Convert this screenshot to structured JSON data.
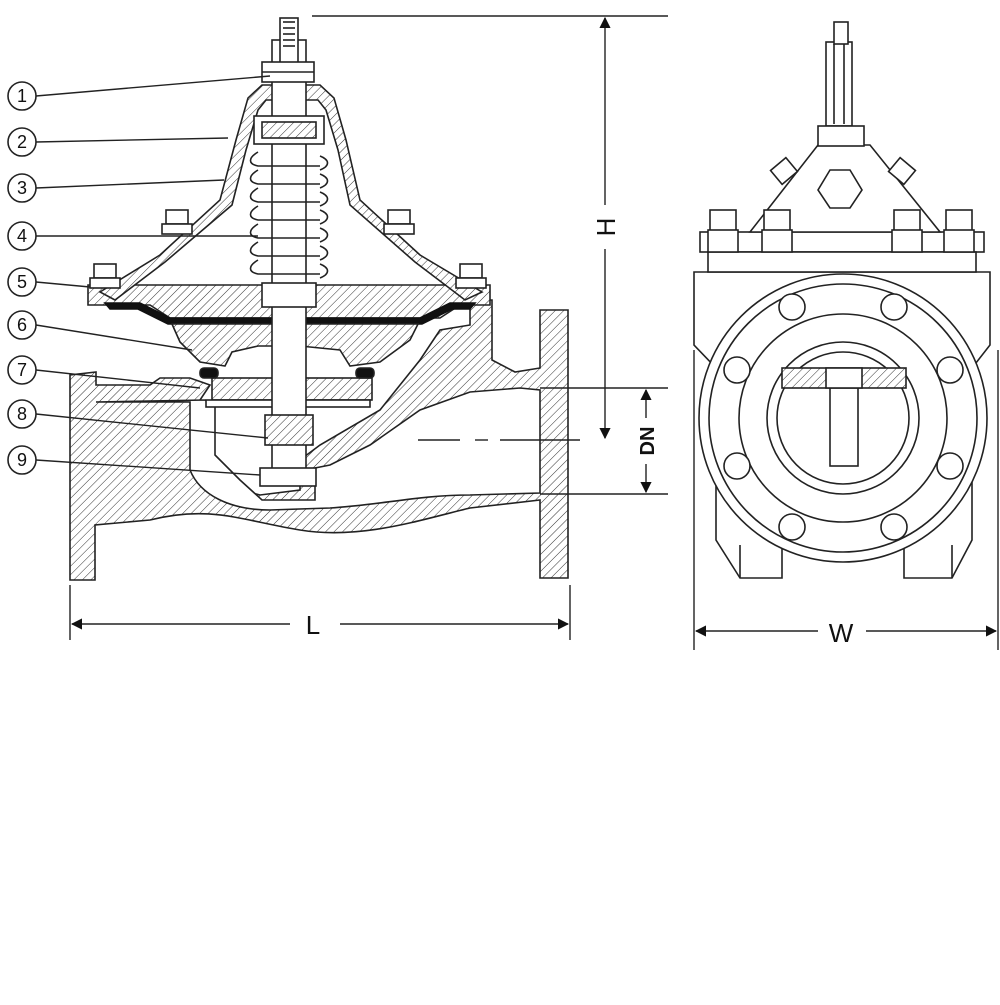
{
  "callouts": [
    "1",
    "2",
    "3",
    "4",
    "5",
    "6",
    "7",
    "8",
    "9"
  ],
  "dimensions": {
    "height_label": "H",
    "dn_label": "DN",
    "length_label": "L",
    "width_label": "W"
  }
}
